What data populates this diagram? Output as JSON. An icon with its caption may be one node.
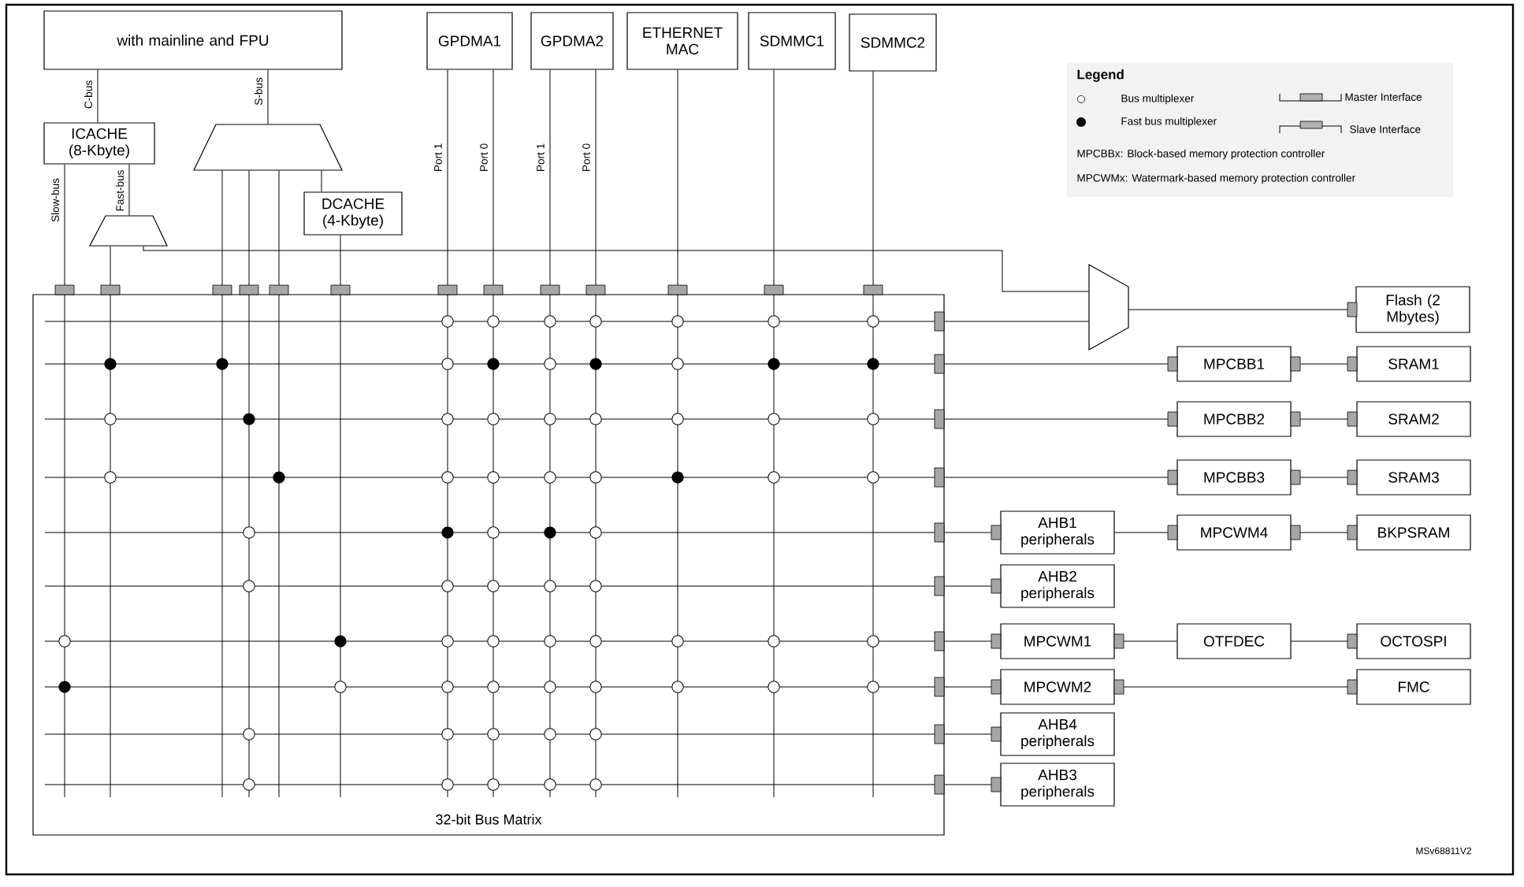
{
  "diagram": {
    "nodes": [
      {
        "text": [
          "with mainline and FPU"
        ]
      },
      {
        "text": [
          "ICACHE (8-Kbyte)"
        ]
      },
      {
        "text": [],
        "shape": "trapezoid"
      },
      {
        "text": [],
        "shape": "trapezoid"
      },
      {
        "text": [
          "DCACHE (4-Kbyte)"
        ]
      },
      {
        "text": [
          "GPDMA1"
        ]
      },
      {
        "text": [
          "GPDMA2"
        ]
      },
      {
        "text": [
          "ETHERNET MAC"
        ]
      },
      {
        "text": [
          "SDMMC1"
        ]
      },
      {
        "text": [
          "SDMMC2"
        ]
      },
      {
        "text": [
          "32-bit Bus Matrix"
        ]
      },
      {
        "text": [],
        "shape": "trapezoid"
      },
      {
        "text": [
          "Flash (2 Mbytes)"
        ]
      },
      {
        "text": [
          "MPCBB1"
        ]
      },
      {
        "text": [
          "SRAM1"
        ]
      },
      {
        "text": [
          "MPCBB2"
        ]
      },
      {
        "text": [
          "SRAM2"
        ]
      },
      {
        "text": [
          "MPCBB3"
        ]
      },
      {
        "text": [
          "SRAM3"
        ]
      },
      {
        "text": [
          "AHB1 peripherals"
        ]
      },
      {
        "text": [
          "MPCWM4"
        ]
      },
      {
        "text": [
          "BKPSRAM"
        ]
      },
      {
        "text": [
          "AHB2 peripherals"
        ]
      },
      {
        "text": [
          "MPCWM1"
        ]
      },
      {
        "text": [
          "OTFDEC"
        ]
      },
      {
        "text": [
          "OCTOSPI"
        ]
      },
      {
        "text": [
          "MPCWM2"
        ]
      },
      {
        "text": [
          "FMC"
        ]
      },
      {
        "text": [
          "AHB4 peripherals"
        ]
      },
      {
        "text": [
          "AHB3 peripherals"
        ]
      }
    ],
    "edges": [
      {
        "from": 0,
        "to": 1,
        "arrow": "none",
        "label": "C-bus"
      },
      {
        "from": 0,
        "to": 2,
        "arrow": "none",
        "label": "S-bus"
      },
      {
        "from": 1,
        "to": 10,
        "arrow": "other",
        "label": "Slow-bus"
      },
      {
        "from": 1,
        "to": 3,
        "arrow": "none",
        "label": "Fast-bus"
      },
      {
        "from": 3,
        "to": 10,
        "arrow": "other"
      },
      {
        "from": 3,
        "to": 11,
        "arrow": "none"
      },
      {
        "from": 2,
        "to": 10,
        "arrow": "other"
      },
      {
        "from": 2,
        "to": 10,
        "arrow": "other"
      },
      {
        "from": 2,
        "to": 10,
        "arrow": "other"
      },
      {
        "from": 2,
        "to": 4,
        "arrow": "none"
      },
      {
        "from": 4,
        "to": 10,
        "arrow": "other"
      },
      {
        "from": 5,
        "to": 10,
        "arrow": "other",
        "label": "Port 1"
      },
      {
        "from": 5,
        "to": 10,
        "arrow": "other",
        "label": "Port 0"
      },
      {
        "from": 6,
        "to": 10,
        "arrow": "other",
        "label": "Port 1"
      },
      {
        "from": 6,
        "to": 10,
        "arrow": "other",
        "label": "Port 0"
      },
      {
        "from": 7,
        "to": 10,
        "arrow": "other"
      },
      {
        "from": 8,
        "to": 10,
        "arrow": "other"
      },
      {
        "from": 9,
        "to": 10,
        "arrow": "other"
      },
      {
        "from": 10,
        "to": 11,
        "arrow": "other"
      },
      {
        "from": 11,
        "to": 12,
        "arrow": "other"
      },
      {
        "from": 10,
        "to": 13,
        "arrow": "other"
      },
      {
        "from": 13,
        "to": 14,
        "arrow": "other"
      },
      {
        "from": 10,
        "to": 15,
        "arrow": "other"
      },
      {
        "from": 15,
        "to": 16,
        "arrow": "other"
      },
      {
        "from": 10,
        "to": 17,
        "arrow": "other"
      },
      {
        "from": 17,
        "to": 18,
        "arrow": "other"
      },
      {
        "from": 10,
        "to": 19,
        "arrow": "other"
      },
      {
        "from": 19,
        "to": 20,
        "arrow": "other"
      },
      {
        "from": 20,
        "to": 21,
        "arrow": "other"
      },
      {
        "from": 10,
        "to": 22,
        "arrow": "other"
      },
      {
        "from": 10,
        "to": 23,
        "arrow": "other"
      },
      {
        "from": 23,
        "to": 24,
        "arrow": "other"
      },
      {
        "from": 24,
        "to": 25,
        "arrow": "other"
      },
      {
        "from": 10,
        "to": 26,
        "arrow": "other"
      },
      {
        "from": 26,
        "to": 27,
        "arrow": "other"
      },
      {
        "from": 10,
        "to": 28,
        "arrow": "other"
      },
      {
        "from": 10,
        "to": 29,
        "arrow": "other"
      }
    ],
    "labels": [
      "Legend",
      "MPCBBx: Block-based memory protection controller",
      "MPCWMx: Watermark-based memory protection controller",
      "MSv68811V2"
    ],
    "legend": [
      {
        "text": "Bus multiplexer"
      },
      {
        "text": "Fast bus multiplexer"
      },
      {
        "text": "Master Interface"
      },
      {
        "text": "Slave Interface"
      }
    ]
  }
}
